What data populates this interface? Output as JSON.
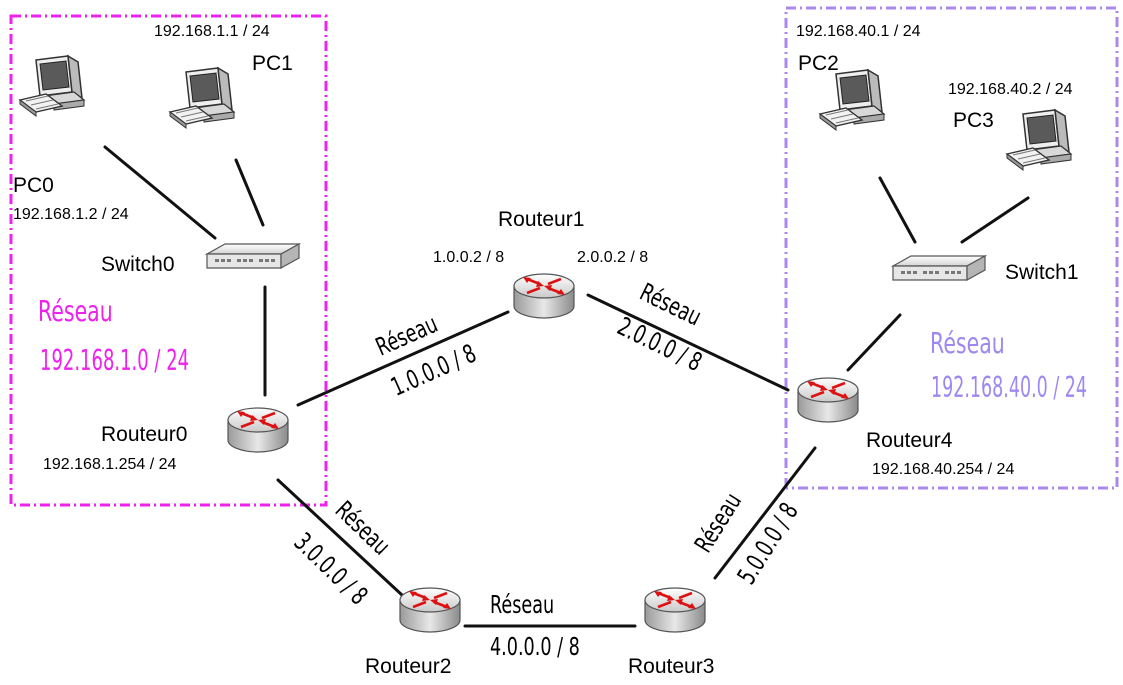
{
  "colors": {
    "zone_left": "#ee22ee",
    "zone_right": "#aa88ee",
    "link": "#111111",
    "router_arrow": "#dd1111"
  },
  "zones": {
    "left": {
      "network_word": "Réseau",
      "network_addr": "192.168.1.0 / 24"
    },
    "right": {
      "network_word": "Réseau",
      "network_addr": "192.168.40.0 / 24"
    }
  },
  "pcs": {
    "pc0": {
      "name": "PC0",
      "ip": "192.168.1.2 / 24",
      "icon": "desktop-computer-icon"
    },
    "pc1": {
      "name": "PC1",
      "ip": "192.168.1.1 / 24",
      "icon": "desktop-computer-icon"
    },
    "pc2": {
      "name": "PC2",
      "ip": "192.168.40.1 / 24",
      "icon": "desktop-computer-icon"
    },
    "pc3": {
      "name": "PC3",
      "ip": "192.168.40.2 / 24",
      "icon": "desktop-computer-icon"
    }
  },
  "switches": {
    "switch0": {
      "name": "Switch0",
      "icon": "network-switch-icon"
    },
    "switch1": {
      "name": "Switch1",
      "icon": "network-switch-icon"
    }
  },
  "routers": {
    "routeur0": {
      "name": "Routeur0",
      "ip": "192.168.1.254 / 24",
      "icon": "router-icon"
    },
    "routeur1": {
      "name": "Routeur1",
      "ip_left": "1.0.0.2 / 8",
      "ip_right": "2.0.0.2 / 8",
      "icon": "router-icon"
    },
    "routeur2": {
      "name": "Routeur2",
      "icon": "router-icon"
    },
    "routeur3": {
      "name": "Routeur3",
      "icon": "router-icon"
    },
    "routeur4": {
      "name": "Routeur4",
      "ip": "192.168.40.254 / 24",
      "icon": "router-icon"
    }
  },
  "links": {
    "net1": {
      "word": "Réseau",
      "addr": "1.0.0.0 / 8"
    },
    "net2": {
      "word": "Réseau",
      "addr": "2.0.0.0 / 8"
    },
    "net3": {
      "word": "Réseau",
      "addr": "3.0.0.0 / 8"
    },
    "net4": {
      "word": "Réseau",
      "addr": "4.0.0.0 / 8"
    },
    "net5": {
      "word": "Réseau",
      "addr": "5.0.0.0 / 8"
    }
  }
}
